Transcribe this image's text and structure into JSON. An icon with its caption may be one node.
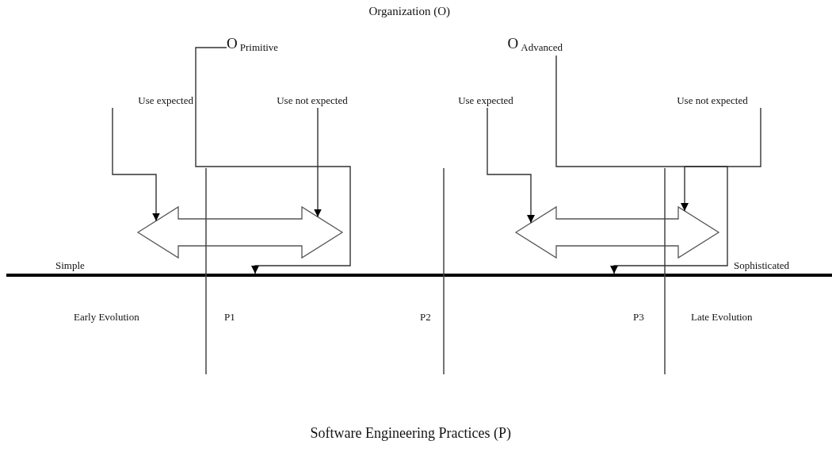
{
  "diagram": {
    "nodes": [
      {
        "text": [
          "O$_{Primitive}$"
        ]
      },
      {
        "text": [
          "Use expected"
        ]
      },
      {
        "text": [
          "Use not expected"
        ]
      },
      {
        "text": [
          "O$_{Advanced}$"
        ]
      },
      {
        "text": [
          "Use expected"
        ]
      },
      {
        "text": [
          "Use not expected"
        ]
      },
      {
        "text": [],
        "shape": "arrow"
      },
      {
        "text": [],
        "shape": "arrow"
      },
      {
        "text": [],
        "shape": "bar",
        "beside": [
          "Simple",
          "Sophisticated"
        ]
      }
    ],
    "edges": [
      {
        "from": 1,
        "to": 6,
        "arrow": "to"
      },
      {
        "from": 2,
        "to": 6,
        "arrow": "to"
      },
      {
        "from": 0,
        "to": 8,
        "arrow": "to"
      },
      {
        "from": 4,
        "to": 7,
        "arrow": "to"
      },
      {
        "from": 5,
        "to": 7,
        "arrow": "to"
      },
      {
        "from": 3,
        "to": 8,
        "arrow": "to"
      }
    ],
    "labels": [
      "Organization (O)",
      "Early Evolution",
      "P1",
      "P2",
      "P3",
      "Late Evolution",
      "Software Engineering Practices (P)"
    ]
  }
}
